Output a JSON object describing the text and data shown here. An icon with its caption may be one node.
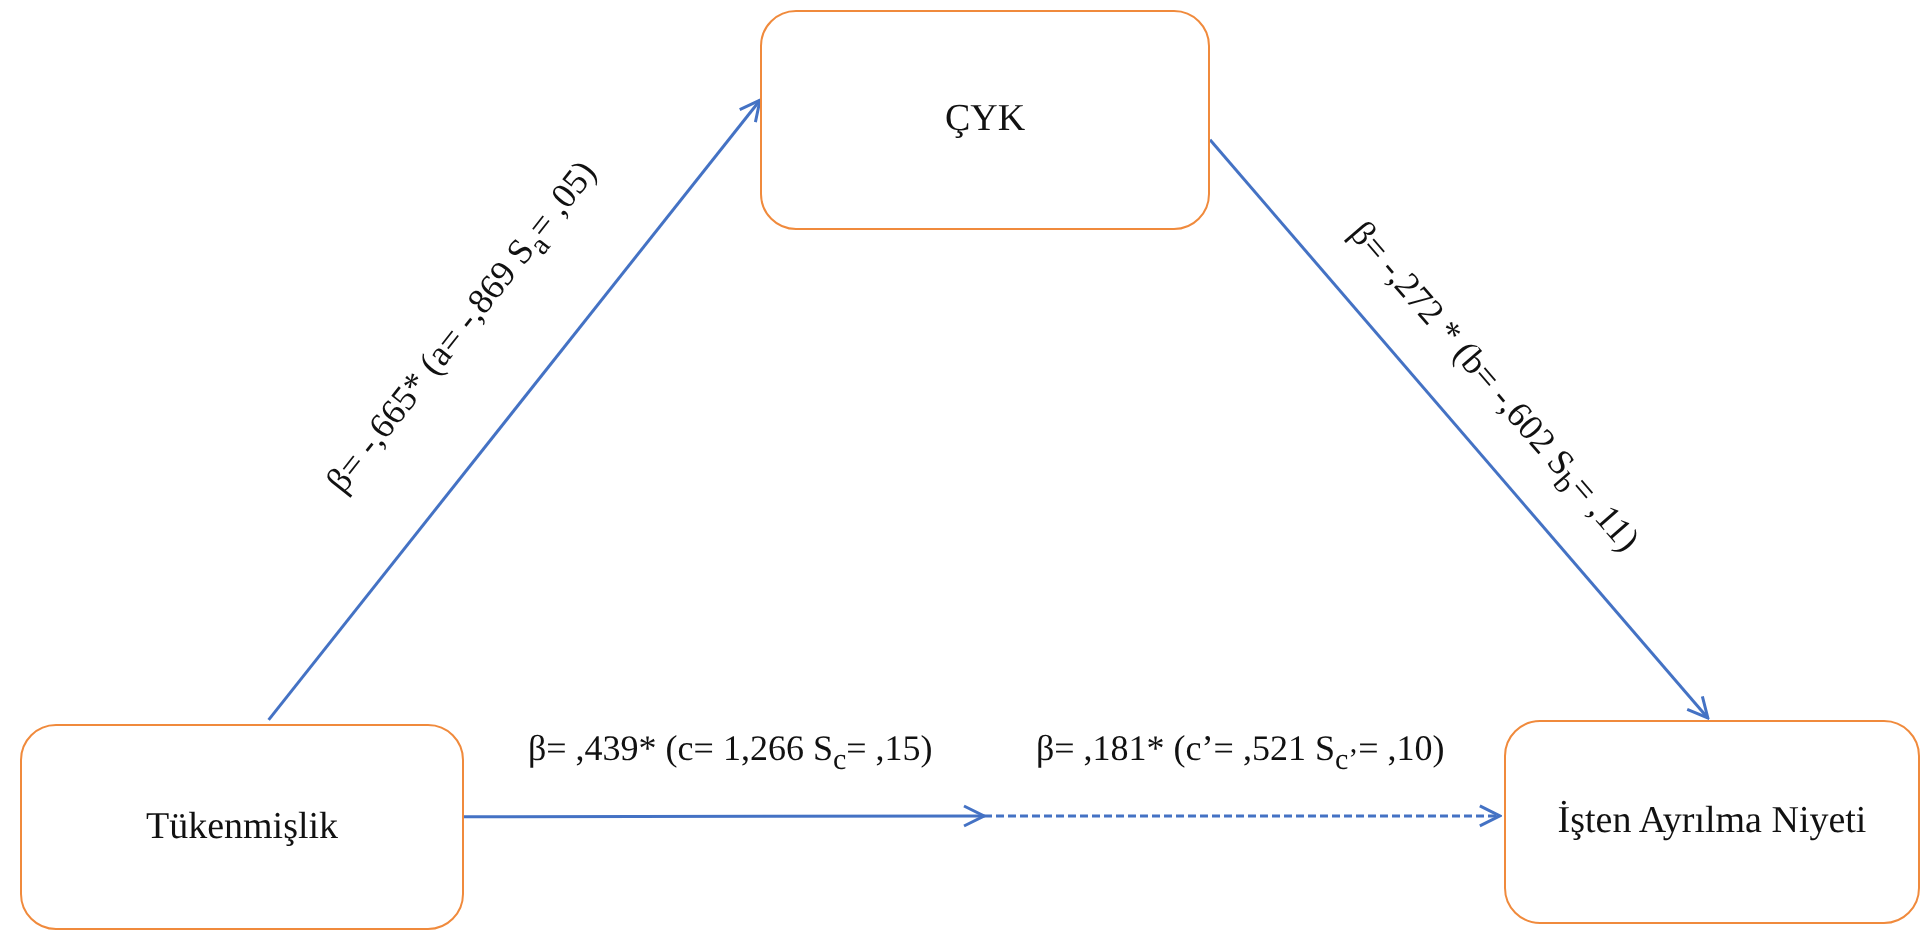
{
  "diagram": {
    "nodes": [
      {
        "text": [
          "ÇYK"
        ]
      },
      {
        "text": [
          "Tükenmişlik"
        ]
      },
      {
        "text": [
          "İşten Ayrılma Niyeti"
        ]
      }
    ],
    "edges": [
      {
        "from": 1,
        "to": 0,
        "arrow": "to",
        "label": "β= -,665* (a= -,869 S$_{a}$= ,05)"
      },
      {
        "from": 0,
        "to": 2,
        "arrow": "to",
        "label": "β= -,272 * (b= -,602 S$_{b}$= ,11)"
      },
      {
        "from": 1,
        "to": null,
        "arrow": "to",
        "label": "β= ,439* (c= 1,266 S$_{c}$= ,15)"
      },
      {
        "from": null,
        "to": 2,
        "arrow": "to",
        "style": "dashed",
        "label": "β= ,181* (c’= ,521 S$_{c’}$= ,10)"
      }
    ]
  }
}
